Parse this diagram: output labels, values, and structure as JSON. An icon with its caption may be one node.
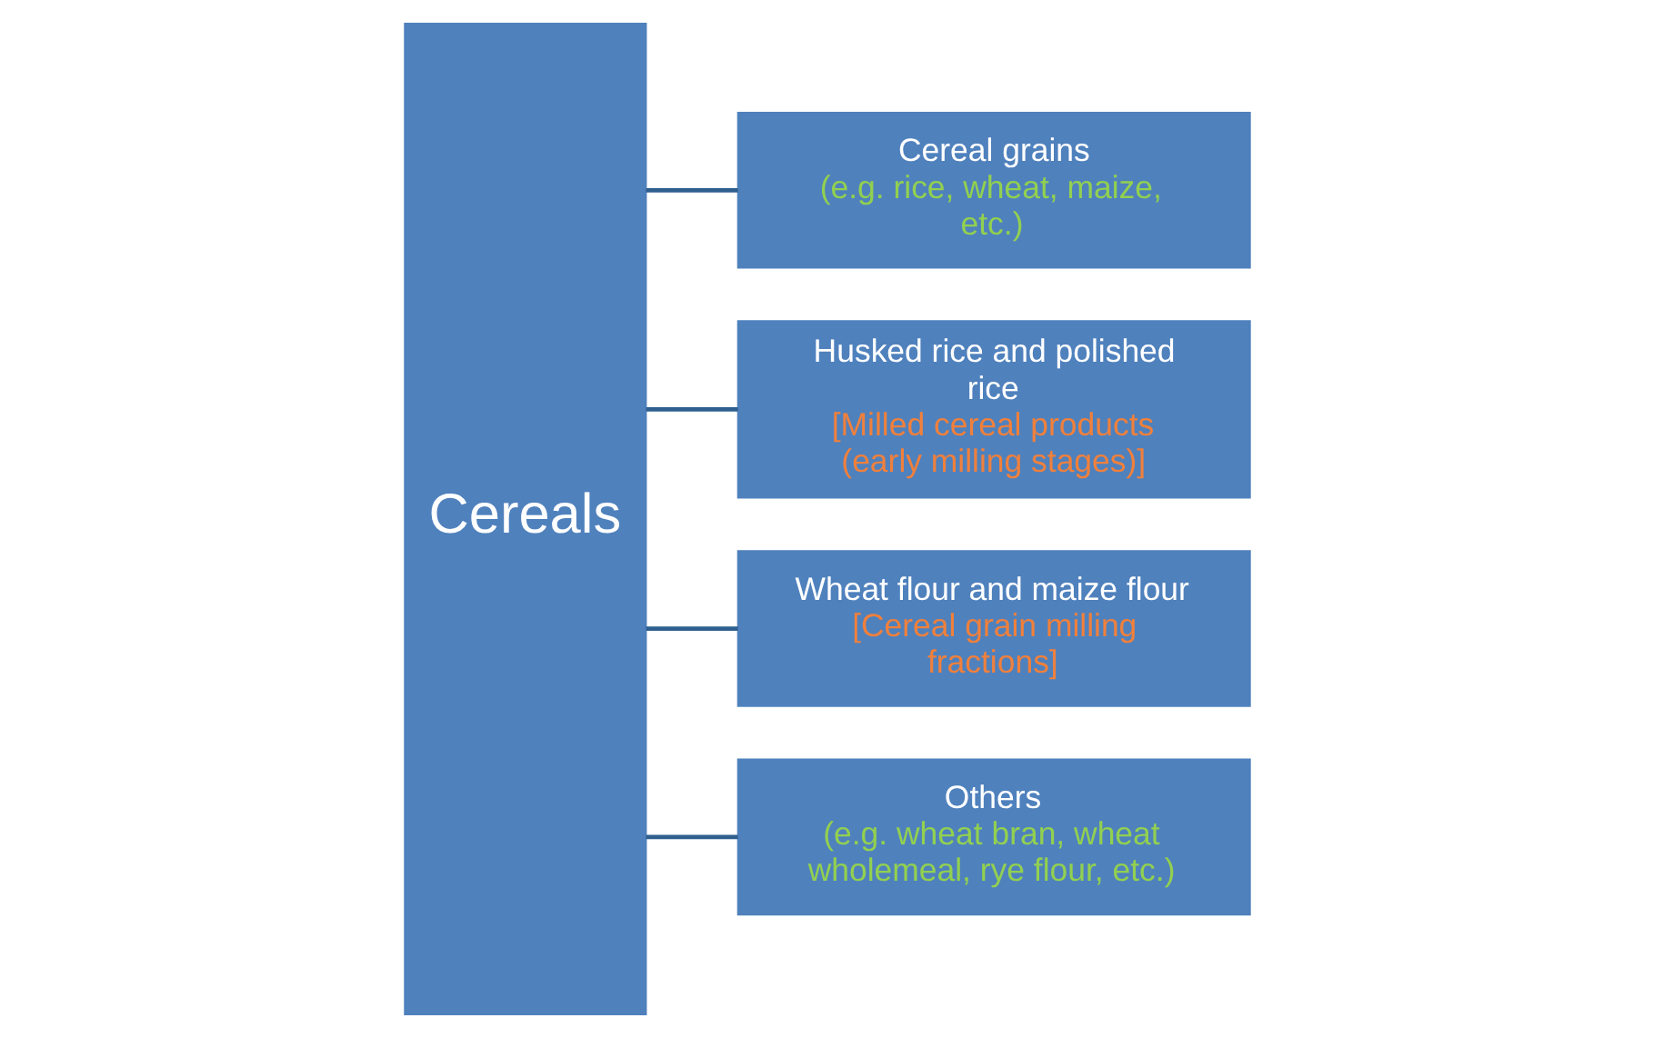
{
  "diagram": {
    "nodes": [
      {
        "text": [
          "Cereals"
        ]
      },
      {
        "text": [
          "Cereal grains",
          "(e.g. rice, wheat, maize, etc.)"
        ]
      },
      {
        "text": [
          "Husked rice and polished rice",
          "[Milled cereal products (early milling stages)]"
        ]
      },
      {
        "text": [
          "Wheat flour and maize flour",
          "[Cereal grain milling fractions]"
        ]
      },
      {
        "text": [
          "Others",
          "(e.g. wheat bran, wheat wholemeal, rye flour, etc.)"
        ]
      }
    ],
    "edges": [
      {
        "from": 0,
        "to": 1,
        "arrow": "none"
      },
      {
        "from": 0,
        "to": 2,
        "arrow": "none"
      },
      {
        "from": 0,
        "to": 3,
        "arrow": "none"
      },
      {
        "from": 0,
        "to": 4,
        "arrow": "none"
      }
    ]
  }
}
